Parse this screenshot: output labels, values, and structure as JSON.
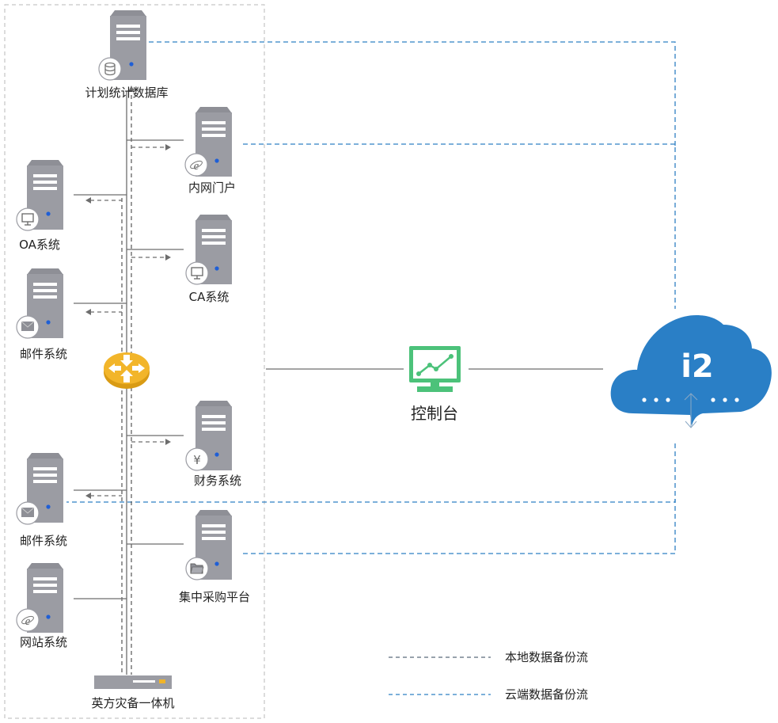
{
  "diagram": {
    "servers": [
      {
        "id": "plan-db",
        "label": "计划统计数据库",
        "icon": "database-icon",
        "side": "center-top"
      },
      {
        "id": "intranet-portal",
        "label": "内网门户",
        "icon": "ie-browser-icon",
        "side": "right"
      },
      {
        "id": "oa-system",
        "label": "OA系统",
        "icon": "monitor-icon",
        "side": "left"
      },
      {
        "id": "ca-system",
        "label": "CA系统",
        "icon": "monitor-icon",
        "side": "right"
      },
      {
        "id": "mail-system-1",
        "label": "邮件系统",
        "icon": "mail-icon",
        "side": "left"
      },
      {
        "id": "finance-system",
        "label": "财务系统",
        "icon": "yen-icon",
        "side": "right"
      },
      {
        "id": "mail-system-2",
        "label": "邮件系统",
        "icon": "mail-icon",
        "side": "left"
      },
      {
        "id": "procurement-platform",
        "label": "集中采购平台",
        "icon": "folder-icon",
        "side": "right"
      },
      {
        "id": "website-system",
        "label": "网站系统",
        "icon": "ie-browser-icon",
        "side": "left"
      }
    ],
    "appliance": {
      "label": "英方灾备一体机"
    },
    "router": {
      "name": "router",
      "icon": "router-arrows-icon"
    },
    "console": {
      "label": "控制台",
      "icon": "monitor-chart-icon"
    },
    "cloud": {
      "label": "i2",
      "icon": "cloud-icon"
    },
    "legend": [
      {
        "label": "本地数据备份流",
        "color": "#5a6b7a",
        "style": "dashed"
      },
      {
        "label": "云端数据备份流",
        "color": "#2f80c4",
        "style": "dashed"
      }
    ],
    "colors": {
      "server": "#9b9ca3",
      "server_dark": "#86878e",
      "led": "#1f5fd6",
      "router": "#f2b52a",
      "console": "#4cc27a",
      "cloud": "#2a7fc6",
      "line": "#6d6d6d",
      "local_flow": "#5a6b7a",
      "cloud_flow": "#2f80c4",
      "appliance_led": "#f0b429"
    }
  }
}
